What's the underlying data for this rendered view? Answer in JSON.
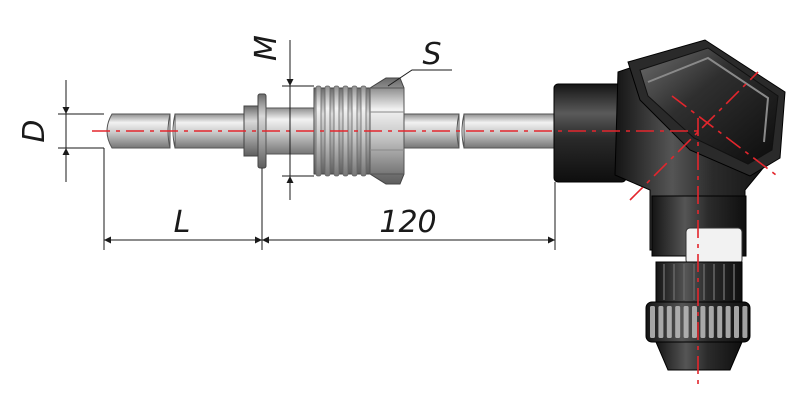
{
  "labels": {
    "diameter": "D",
    "length": "L",
    "extension": "120",
    "thread": "M",
    "hex": "S"
  },
  "colors": {
    "axis": "#e3262d",
    "dimension": "#1a1a1a",
    "metal_light": "#e6e6e6",
    "metal_mid": "#b5b5b5",
    "metal_dark": "#7d7d7d",
    "head_dark": "#1e1e1e",
    "head_mid": "#4a4a4a",
    "head_light": "#8a8a8a"
  }
}
